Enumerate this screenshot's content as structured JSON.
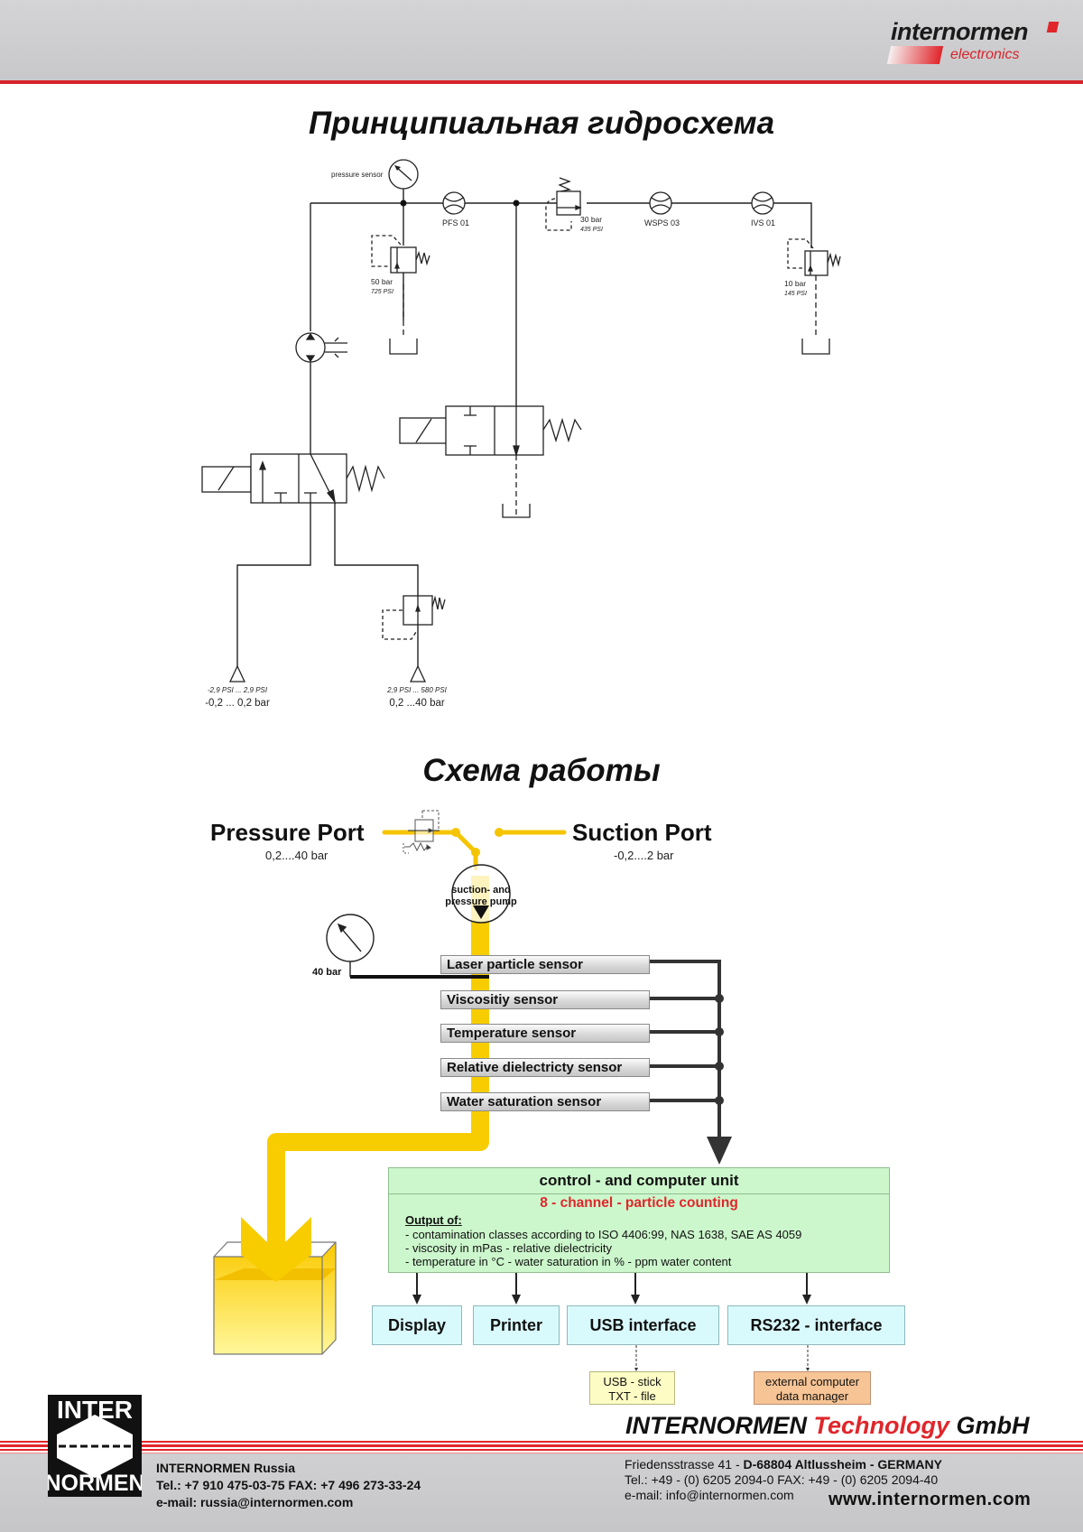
{
  "header": {
    "brand": "internormen",
    "brand_sub": "electronics",
    "accent_color": "#d8232a"
  },
  "hydraulic_diagram": {
    "title": "Принципиальная гидросхема",
    "labels": {
      "pressure_sensor": "pressure sensor",
      "pfs": "PFS 01",
      "wsps": "WSPS 03",
      "ivs": "IVS 01",
      "valve_30_bar": "30 bar",
      "valve_30_psi": "435 PSI",
      "valve_50_bar": "50 bar",
      "valve_50_psi": "725 PSI",
      "valve_10_bar": "10 bar",
      "valve_10_psi": "145 PSI",
      "suction_psi": "-2,9 PSI ... 2,9 PSI",
      "suction_bar": "-0,2 ... 0,2 bar",
      "pressure_psi": "2,9 PSI ... 580 PSI",
      "pressure_bar": "0,2 ...40 bar"
    }
  },
  "working_diagram": {
    "title": "Схема работы",
    "pressure_port": "Pressure Port",
    "pressure_range": "0,2....40 bar",
    "suction_port": "Suction Port",
    "suction_range": "-0,2....2 bar",
    "pump_line1": "suction- and",
    "pump_line2": "pressure pump",
    "gauge_label": "40 bar",
    "flow_color": "#f5c800",
    "sensors": [
      {
        "label": "Laser particle sensor"
      },
      {
        "label": "Viscositiy sensor"
      },
      {
        "label": "Temperature sensor"
      },
      {
        "label": "Relative dielectricty sensor"
      },
      {
        "label": "Water saturation sensor"
      }
    ],
    "control_unit": {
      "title": "control - and computer unit",
      "subtitle": "8 - channel - particle counting",
      "output_heading": "Output of:",
      "output_lines": [
        "- contamination classes according to ISO 4406:99, NAS 1638, SAE AS 4059",
        "- viscosity in mPas  -  relative dielectricity",
        "- temperature in °C  -  water saturation in % - ppm water content"
      ]
    },
    "outputs": [
      {
        "label": "Display"
      },
      {
        "label": "Printer"
      },
      {
        "label": "USB interface"
      },
      {
        "label": "RS232 - interface"
      }
    ],
    "usb_target": {
      "line1": "USB - stick",
      "line2": "TXT - file"
    },
    "rs232_target": {
      "line1": "external computer",
      "line2": "data manager"
    }
  },
  "footer": {
    "logo_top": "INTER",
    "logo_bottom": "NORMEN",
    "russia_name": "INTERNORMEN Russia",
    "russia_phone": "Tel.: +7 910 475-03-75 FAX: +7 496 273-33-24",
    "russia_email": "e-mail: russia@internormen.com",
    "company_main": "INTERNORMEN",
    "company_red": "Technology",
    "company_tail": "GmbH",
    "address_street": "Friedensstrasse 41 - ",
    "address_bold": "D-68804 Altlussheim - GERMANY",
    "phone": "Tel.: +49 - (0) 6205 2094-0   FAX: +49 - (0) 6205 2094-40",
    "email": "e-mail: info@internormen.com",
    "website": "www.internormen.com"
  }
}
